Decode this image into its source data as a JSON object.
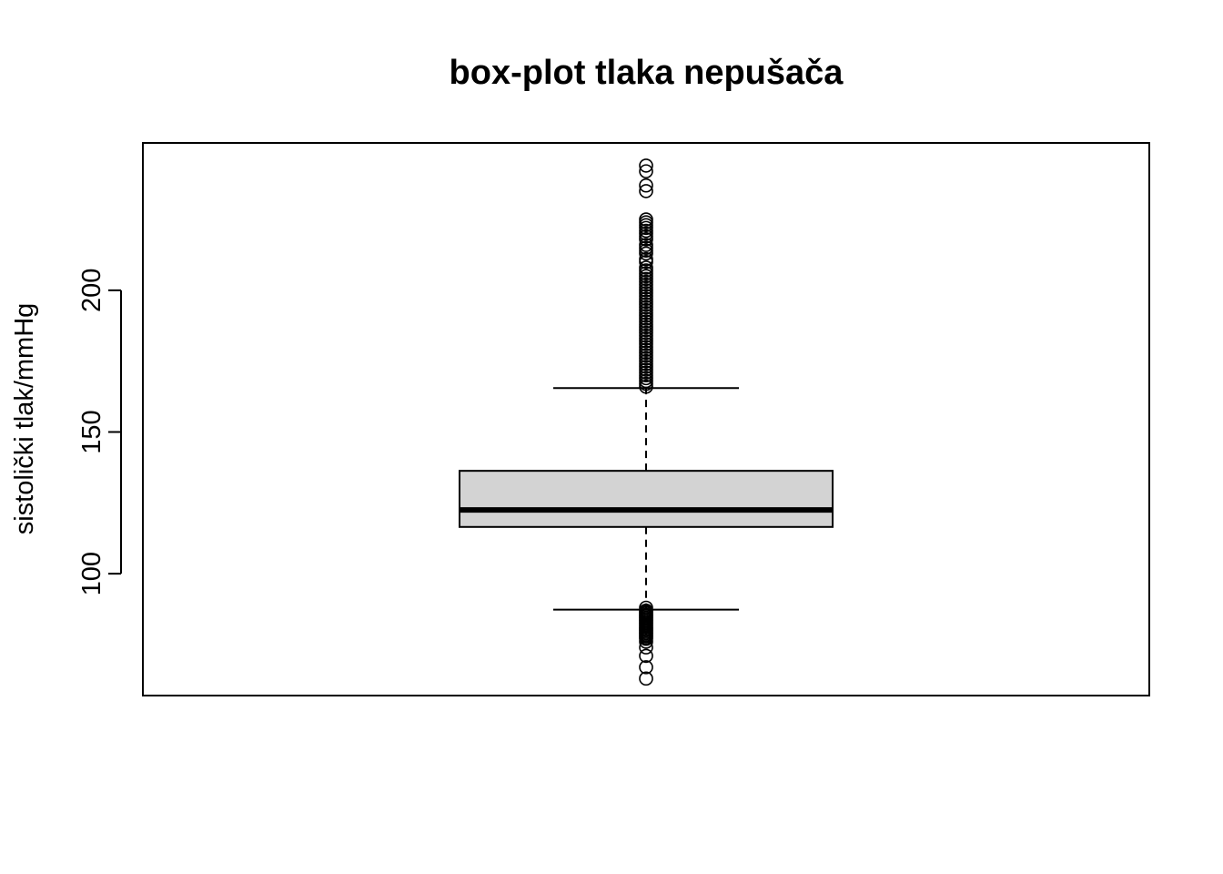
{
  "chart_data": {
    "type": "box",
    "title": "box-plot tlaka nepušača",
    "xlabel": "",
    "ylabel": "sistolički tlak/mmHg",
    "ylim": [
      57,
      252
    ],
    "y_ticks": [
      100,
      150,
      200
    ],
    "grid": false,
    "legend": "none",
    "box": {
      "q1": 116.5,
      "median": 122.5,
      "q3": 136.3,
      "whisker_low": 87.3,
      "whisker_high": 165.5,
      "outliers_high": [
        166,
        167,
        168,
        169,
        170,
        171,
        172,
        173,
        174,
        175,
        176,
        177,
        178,
        179,
        180,
        181,
        182,
        183,
        184,
        185,
        186,
        187,
        188,
        189,
        190,
        191,
        192,
        193,
        194,
        195,
        196,
        197,
        198,
        199,
        200,
        201,
        202,
        203,
        204,
        205,
        206,
        207,
        208,
        210,
        211,
        213,
        214,
        215,
        216,
        218,
        219,
        220,
        221,
        222,
        223,
        224,
        225,
        235,
        237,
        242,
        244
      ],
      "outliers_low": [
        88,
        87,
        86.5,
        86,
        85.5,
        85,
        84.5,
        84,
        83.5,
        83,
        82.5,
        82,
        81.5,
        81,
        80.5,
        80,
        79.5,
        79,
        78.5,
        78,
        77.5,
        77,
        76,
        74,
        71,
        67,
        63
      ]
    },
    "colors": {
      "box_fill": "#d3d3d3",
      "line": "#000000"
    }
  }
}
